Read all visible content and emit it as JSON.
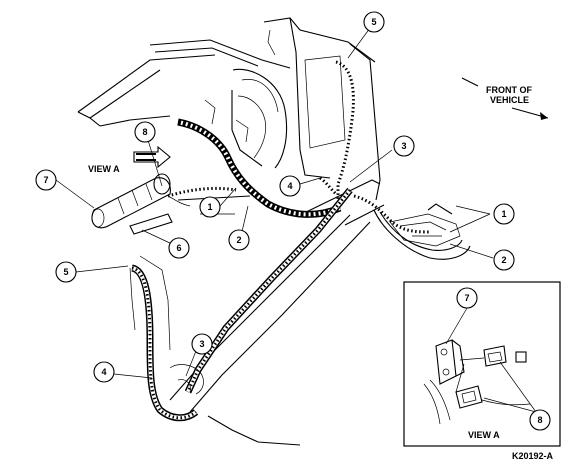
{
  "diagram": {
    "front_label_line1": "FRONT OF",
    "front_label_line2": "VEHICLE",
    "view_a_pointer_label": "VIEW A",
    "inset_title": "VIEW A",
    "figure_code": "K20192-A"
  },
  "callouts": {
    "c1a": "1",
    "c1b": "1",
    "c2a": "2",
    "c2b": "2",
    "c3a": "3",
    "c3b": "3",
    "c4a": "4",
    "c4b": "4",
    "c5a": "5",
    "c5b": "5",
    "c6": "6",
    "c7a": "7",
    "c7b": "7",
    "c8a": "8",
    "c8b": "8"
  }
}
